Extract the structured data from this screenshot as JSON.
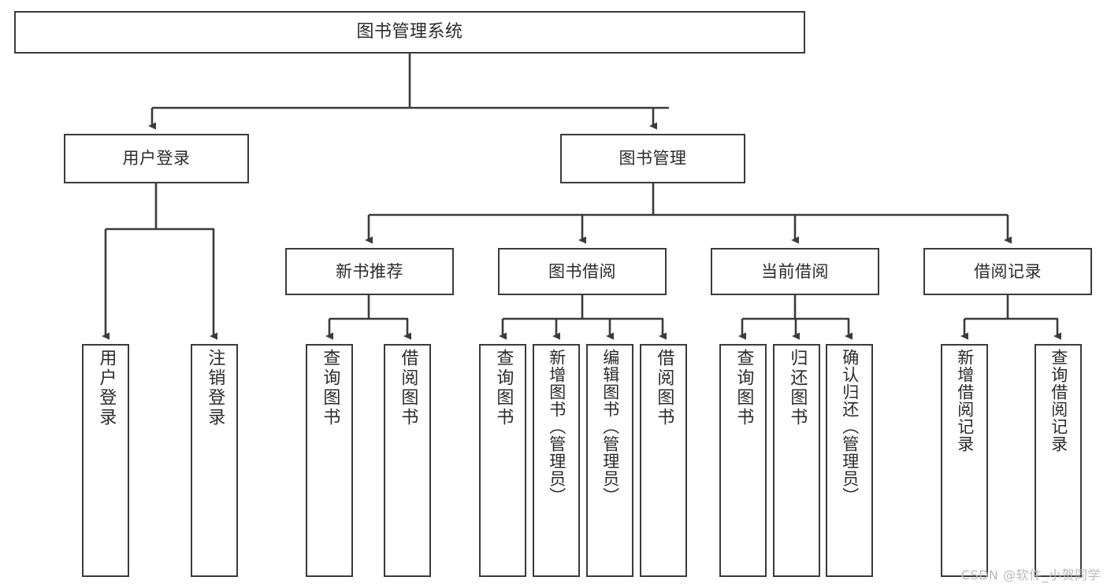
{
  "diagram": {
    "title": "图书管理系统",
    "type": "tree-hierarchy",
    "orientation": "top-down",
    "colors": {
      "node_border": "#3b3b3b",
      "node_fill": "#ffffff",
      "edge": "#3b3b3b",
      "text": "#2b2b2b",
      "watermark": "#b9b9b9",
      "background": "#ffffff"
    }
  },
  "watermark": {
    "text": "CSDN @软件_小贺同学"
  },
  "nodes": {
    "root": {
      "label": "图书管理系统"
    },
    "level2": [
      {
        "id": "user-login",
        "label": "用户登录"
      },
      {
        "id": "book-management",
        "label": "图书管理"
      }
    ],
    "level3": [
      {
        "id": "new-book-recommend",
        "label": "新书推荐"
      },
      {
        "id": "book-borrow",
        "label": "图书借阅"
      },
      {
        "id": "current-borrow",
        "label": "当前借阅"
      },
      {
        "id": "borrow-record",
        "label": "借阅记录"
      }
    ],
    "leaves": {
      "user_login": [
        {
          "id": "leaf-user-login",
          "label": "用户登录"
        },
        {
          "id": "leaf-logout-login",
          "label": "注销登录"
        }
      ],
      "new_book_recommend": [
        {
          "id": "leaf-query-book-1",
          "label": "查询图书"
        },
        {
          "id": "leaf-borrow-book-1",
          "label": "借阅图书"
        }
      ],
      "book_borrow": [
        {
          "id": "leaf-query-book-2",
          "label": "查询图书"
        },
        {
          "id": "leaf-add-book",
          "label": "新增图书（管理员）"
        },
        {
          "id": "leaf-edit-book",
          "label": "编辑图书（管理员）"
        },
        {
          "id": "leaf-borrow-book-2",
          "label": "借阅图书"
        }
      ],
      "current_borrow": [
        {
          "id": "leaf-query-book-3",
          "label": "查询图书"
        },
        {
          "id": "leaf-return-book",
          "label": "归还图书"
        },
        {
          "id": "leaf-confirm-return",
          "label": "确认归还（管理员）"
        }
      ],
      "borrow_record": [
        {
          "id": "leaf-add-borrow-record",
          "label": "新增借阅记录"
        },
        {
          "id": "leaf-query-borrow-record",
          "label": "查询借阅记录"
        }
      ]
    }
  }
}
